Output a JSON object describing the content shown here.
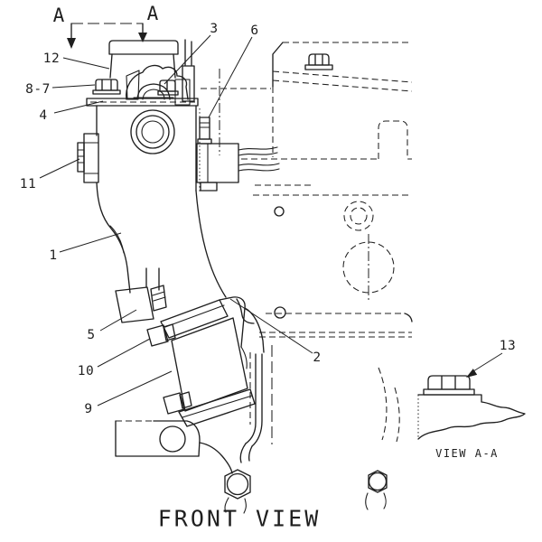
{
  "colors": {
    "ink": "#1f1f1f",
    "background": "#ffffff",
    "stipple": "#8a8a8a"
  },
  "section_indicator": {
    "left": "A",
    "right": "A"
  },
  "captions": {
    "front_view": "FRONT VIEW",
    "detail_view": "VIEW A-A"
  },
  "callouts": {
    "n1": "1",
    "n2": "2",
    "n3": "3",
    "n4": "4",
    "n5": "5",
    "n6": "6",
    "n8_7": "8-7",
    "n9": "9",
    "n10": "10",
    "n11": "11",
    "n12": "12",
    "n13": "13"
  }
}
